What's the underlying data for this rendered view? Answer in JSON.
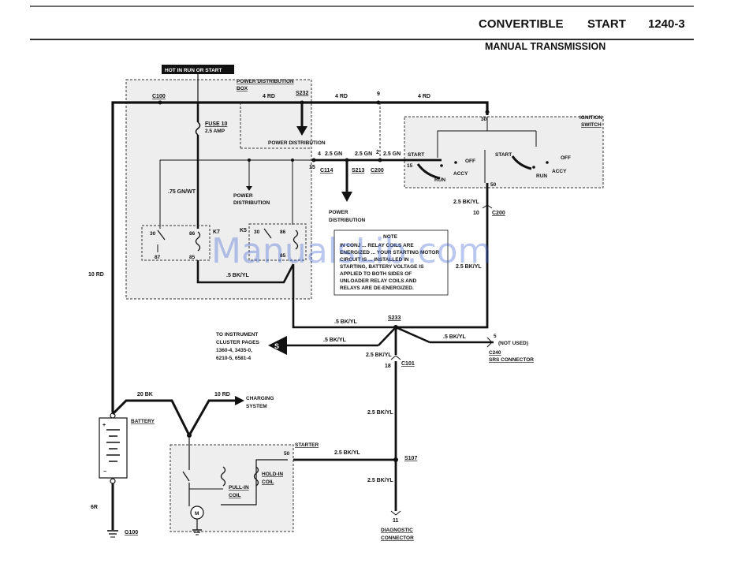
{
  "header": {
    "title": "CONVERTIBLE",
    "section": "START",
    "page": "1240-3",
    "subtitle": "MANUAL TRANSMISSION"
  },
  "labels": {
    "hot": "HOT IN RUN OR START",
    "pdb1": "POWER DISTRIBUTION",
    "pdb2": "BOX",
    "c100": "C100",
    "w4rd_a": "4 RD",
    "s232": "S232",
    "w4rd_b": "4 RD",
    "pin9": "9",
    "w4rd_c": "4 RD",
    "fuse": "FUSE 10",
    "amp": "2.5 AMP",
    "pd_arrow": "POWER DISTRIBUTION",
    "pin4": "4",
    "w25gn_a": "2.5 GN",
    "w25gn_b": "2.5 GN",
    "pin2": "2",
    "w25gn_c": "2.5 GN",
    "pin15a": "15",
    "c114": "C114",
    "s213": "S213",
    "c200a": "C200",
    "ign1": "IGNITION",
    "ign2": "SWITCH",
    "pin30a": "30",
    "start1": "START",
    "off1": "OFF",
    "pin15b": "15",
    "accy1": "ACCY",
    "run1": "RUN",
    "start2": "START",
    "off2": "OFF",
    "accy2": "ACCY",
    "run2": "RUN",
    "pin50a": "50",
    "w75": ".75 GN/WT",
    "pd_small1": "POWER",
    "pd_small2": "DISTRIBUTION",
    "pd_down1": "POWER",
    "pd_down2": "DISTRIBUTION",
    "w25bkyl_a": "2.5 BK/YL",
    "pin10": "10",
    "c200b": "C200",
    "k7": "K7",
    "k5": "K5",
    "r30a": "30",
    "r86a": "86",
    "r87": "87",
    "r85a": "85",
    "r30b": "30",
    "r86b": "86",
    "r85b": "85",
    "note_title": "NOTE",
    "note1": "IN CONJ ... RELAY COILS ARE",
    "note2": "ENERGIZED ... YOUR STARTING MOTOR",
    "note3": "CIRCUIT IS ... INSTALLED IN",
    "note4": "STARTING, BATTERY VOLTAGE IS",
    "note5": "APPLIED TO BOTH SIDES OF",
    "note6": "UNLOADER RELAY COILS AND",
    "note7": "RELAYS ARE DE-ENERGIZED.",
    "w25bkyl_b": "2.5 BK/YL",
    "w10rd": "10 RD",
    "w5bkyl_a": ".5 BK/YL",
    "w5bkyl_b": ".5 BK/YL",
    "s233": "S233",
    "inst1": "TO INSTRUMENT",
    "inst2": "CLUSTER PAGES",
    "inst3": "1360-4, 3435-0,",
    "inst4": "6210-5, 6581-4",
    "s_letter": "S",
    "w5bkyl_c": ".5 BK/YL",
    "w5bkyl_d": ".5 BK/YL",
    "pin5": "5",
    "not_used": "(NOT USED)",
    "c240": "C240",
    "srs": "SRS CONNECTOR",
    "w25bkyl_c": "2.5 BK/YL",
    "pin18": "18",
    "c101": "C101",
    "w20bk": "20 BK",
    "w10rd_b": "10 RD",
    "charging1": "CHARGING",
    "charging2": "SYSTEM",
    "battery": "BATTERY",
    "w25bkyl_d": "2.5 BK/YL",
    "starter": "STARTER",
    "pin50b": "50",
    "w25bkyl_e": "2.5 BK/YL",
    "s107": "S107",
    "hold1": "HOLD-IN",
    "hold2": "COIL",
    "pull1": "PULL-IN",
    "pull2": "COIL",
    "w25bkyl_f": "2.5 BK/YL",
    "motor": "M",
    "w6r": "6R",
    "g100": "G100",
    "pin11": "11",
    "diag1": "DIAGNOSTIC",
    "diag2": "CONNECTOR",
    "plus": "+",
    "minus": "−"
  },
  "watermark": "ManualsLib.com",
  "colors": {
    "ink": "#111111",
    "shade": "#eeeeee",
    "watermark": "#3a5fd0"
  }
}
